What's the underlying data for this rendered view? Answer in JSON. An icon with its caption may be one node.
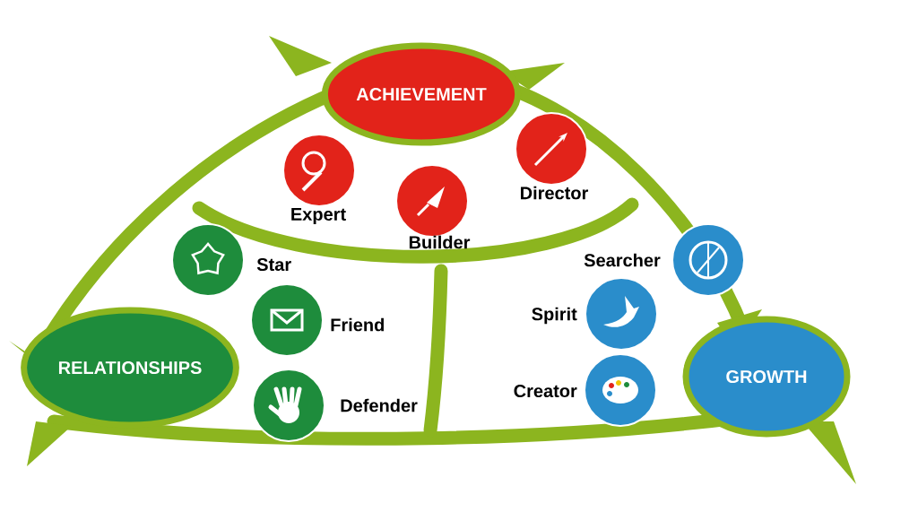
{
  "diagram": {
    "nodes": [
      {
        "text": [
          "ACHIEVEMENT"
        ]
      },
      {
        "text": [],
        "shape": "circle",
        "beside": [
          "Expert"
        ]
      },
      {
        "text": [],
        "shape": "circle",
        "beside": [
          "Builder"
        ]
      },
      {
        "text": [],
        "shape": "circle",
        "beside": [
          "Director"
        ]
      },
      {
        "text": [],
        "shape": "circle",
        "beside": [
          "Star"
        ]
      },
      {
        "text": [],
        "shape": "circle",
        "beside": [
          "Searcher"
        ]
      },
      {
        "text": [],
        "shape": "circle",
        "beside": [
          "Friend"
        ]
      },
      {
        "text": [],
        "shape": "circle",
        "beside": [
          "Spirit"
        ]
      },
      {
        "text": [
          "RELATIONSHIPS"
        ]
      },
      {
        "text": [],
        "shape": "circle",
        "beside": [
          "Creator"
        ]
      },
      {
        "text": [
          "GROWTH"
        ]
      },
      {
        "text": [],
        "shape": "circle",
        "beside": [
          "Defender"
        ]
      }
    ],
    "edges": []
  }
}
